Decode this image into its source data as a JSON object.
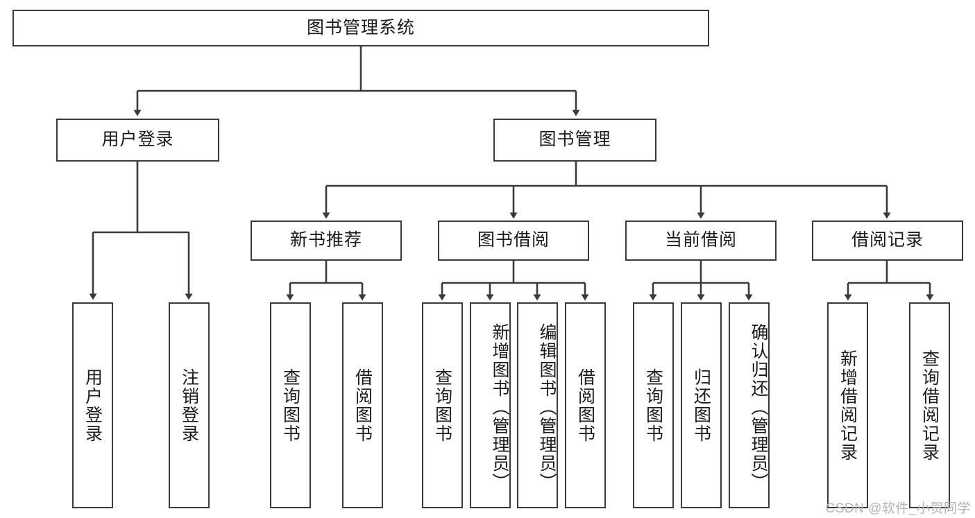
{
  "diagram": {
    "type": "tree-hierarchy-chart",
    "title": "图书管理系统",
    "orientation": "top-down",
    "levels": 4,
    "colors": {
      "box_border": "#3a3a3a",
      "box_fill": "#ffffff",
      "connector": "#3a3a3a",
      "text": "#1b1b1b",
      "watermark": "#b4b4b4"
    },
    "root": {
      "label": "图书管理系统"
    },
    "level2": [
      {
        "label": "用户登录"
      },
      {
        "label": "图书管理"
      }
    ],
    "level3": [
      {
        "label": "新书推荐"
      },
      {
        "label": "图书借阅"
      },
      {
        "label": "当前借阅"
      },
      {
        "label": "借阅记录"
      }
    ],
    "leaves": {
      "user_login": [
        {
          "label": "用户登录"
        },
        {
          "label": "注销登录"
        }
      ],
      "new_book_recommend": [
        {
          "label": "查询图书"
        },
        {
          "label": "借阅图书"
        }
      ],
      "book_borrow": [
        {
          "label": "查询图书"
        },
        {
          "label": "新增图书（管理员）"
        },
        {
          "label": "编辑图书（管理员）"
        },
        {
          "label": "借阅图书"
        }
      ],
      "current_borrow": [
        {
          "label": "查询图书"
        },
        {
          "label": "归还图书"
        },
        {
          "label": "确认归还（管理员）"
        }
      ],
      "borrow_record": [
        {
          "label": "新增借阅记录"
        },
        {
          "label": "查询借阅记录"
        }
      ]
    }
  },
  "watermark": {
    "text": "CSDN @软件_小贺同学"
  }
}
